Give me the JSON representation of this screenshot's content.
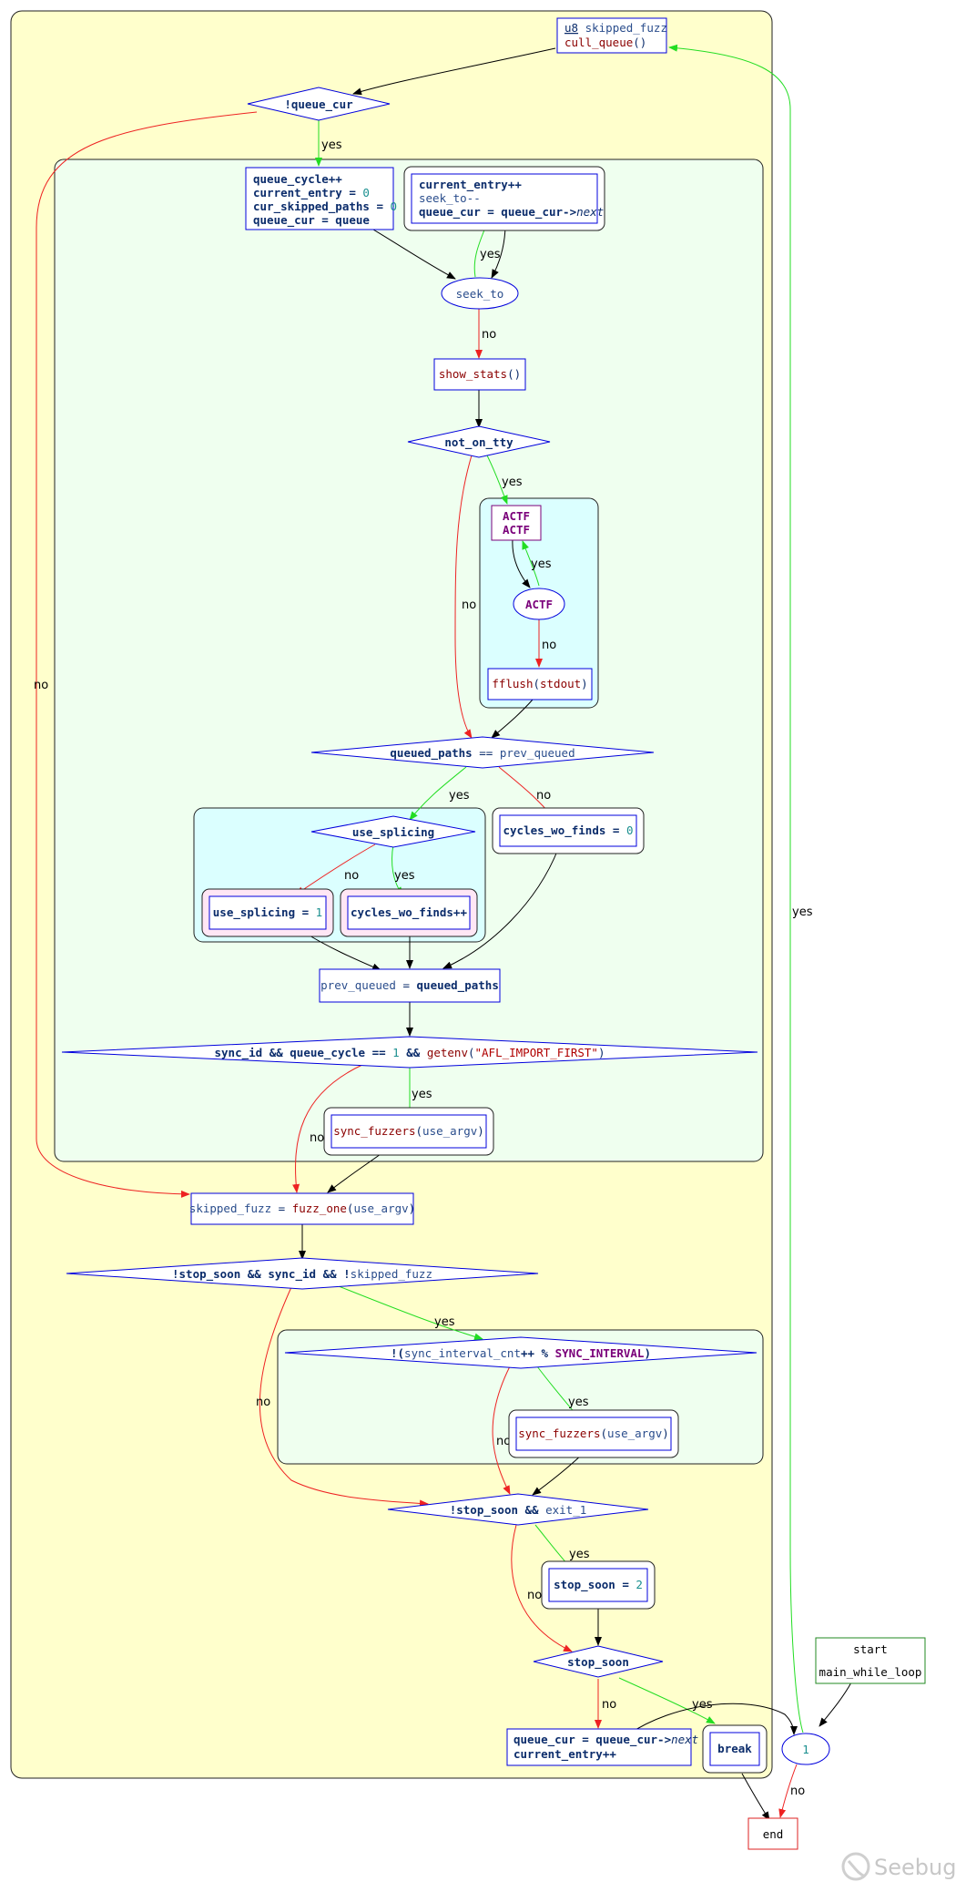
{
  "colors": {
    "outer_fill": "#ffffcc",
    "inner_fill": "#efffef",
    "cyan_fill": "#dbffff",
    "pink_fill": "#ffe6f5",
    "node_stroke": "#0000dd",
    "yes_edge": "#22dd22",
    "no_edge": "#ee2222",
    "plain_edge": "#000000"
  },
  "nodes": {
    "skipped_fuzz_type": "u8",
    "skipped_fuzz_name": "skipped_fuzz",
    "cull_queue": "cull_queue",
    "not_queue_cur": "!queue_cur",
    "qc_line1": "queue_cycle++",
    "qc_line2a": "current_entry = ",
    "qc_line2b": "0",
    "qc_line3a": "cur_skipped_paths = ",
    "qc_line3b": "0",
    "qc_line4": "queue_cur = queue",
    "ce_line1": "current_entry++",
    "ce_line2": "seek_to--",
    "ce_line3a": "queue_cur = queue_cur->",
    "ce_line3b": "next",
    "seek_to": "seek_to",
    "show_stats": "show_stats",
    "not_on_tty": "not_on_tty",
    "actf1": "ACTF",
    "actf2": "ACTF",
    "actf_cond": "ACTF",
    "fflush": "fflush",
    "stdout": "stdout",
    "qp_a": "queued_paths",
    "qp_b": " == ",
    "qp_c": "prev_queued",
    "use_splicing_cond": "use_splicing",
    "use_splicing_set_a": "use_splicing = ",
    "use_splicing_set_b": "1",
    "cycles_inc": "cycles_wo_finds++",
    "cycles_zero_a": "cycles_wo_finds = ",
    "cycles_zero_b": "0",
    "prev_q_a": "prev_queued",
    "prev_q_b": " = ",
    "prev_q_c": "queued_paths",
    "sync_a": "sync_id && queue_cycle == ",
    "sync_b": "1",
    "sync_c": " && ",
    "sync_d": "getenv",
    "sync_e": "(",
    "sync_f": "\"AFL_IMPORT_FIRST\"",
    "sync_g": ")",
    "sf1_fn": "sync_fuzzers",
    "sf1_arg": "use_argv",
    "fo_a": "skipped_fuzz",
    "fo_b": " = ",
    "fo_c": "fuzz_one",
    "fo_d": "use_argv",
    "stop_cond_a": "!stop_soon && sync_id && !",
    "stop_cond_b": "skipped_fuzz",
    "si_a": "!(",
    "si_b": "sync_interval_cnt",
    "si_c": "++ % ",
    "si_d": "SYNC_INTERVAL",
    "si_e": ")",
    "sf2_fn": "sync_fuzzers",
    "sf2_arg": "use_argv",
    "exit_a": "!stop_soon && ",
    "exit_b": "exit_1",
    "stop_set_a": "stop_soon = ",
    "stop_set_b": "2",
    "stop_soon": "stop_soon",
    "qn_a": "queue_cur = queue_cur->",
    "qn_b": "next",
    "qn_c": "current_entry++",
    "break": "break",
    "loop_cond": "1",
    "start": "start",
    "start_sub": "main_while_loop",
    "end": "end"
  },
  "edge_labels": {
    "yes": "yes",
    "no": "no"
  },
  "watermark": "Seebug"
}
